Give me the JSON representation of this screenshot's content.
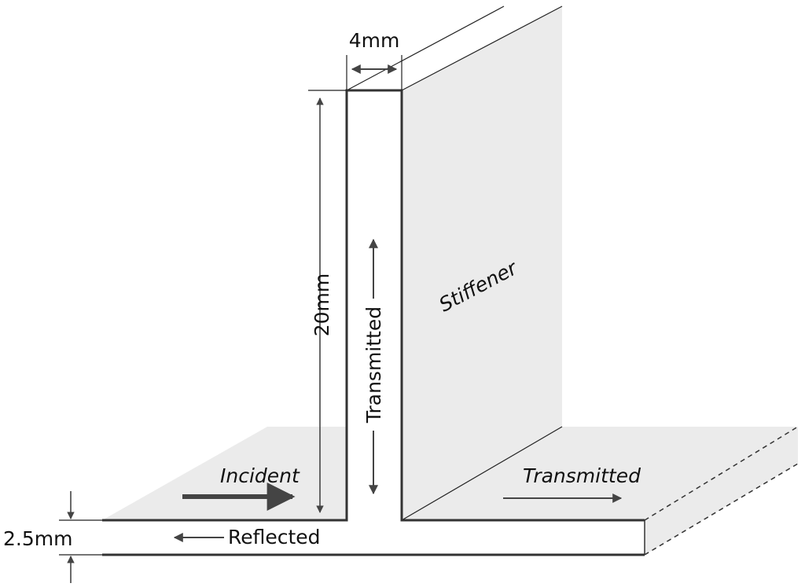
{
  "labels": {
    "thickness_top": "4mm",
    "height": "20mm",
    "base_thickness": "2.5mm",
    "stiffener": "Stiffener",
    "incident": "Incident",
    "reflected": "Reflected",
    "transmitted_vertical": "Transmitted",
    "transmitted_horizontal": "Transmitted"
  },
  "colors": {
    "surface": "#ebebeb",
    "outline": "#333333",
    "arrow": "#444444"
  }
}
